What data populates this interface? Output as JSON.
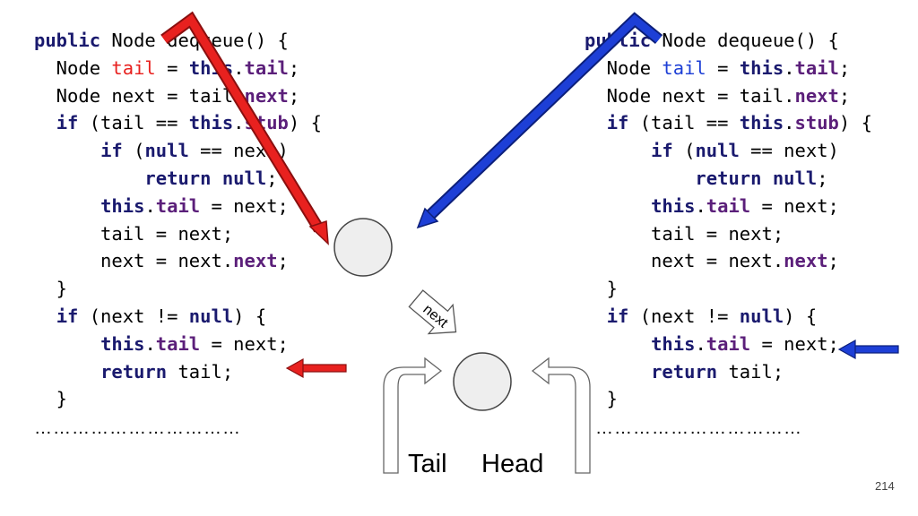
{
  "left_code": [
    [
      {
        "t": "public",
        "c": "kw"
      },
      {
        "t": " Node dequeue() {",
        "c": ""
      }
    ],
    [
      {
        "t": "  Node ",
        "c": ""
      },
      {
        "t": "tail",
        "c": "hl-red"
      },
      {
        "t": " = ",
        "c": ""
      },
      {
        "t": "this",
        "c": "kw"
      },
      {
        "t": ".",
        "c": ""
      },
      {
        "t": "tail",
        "c": "fld"
      },
      {
        "t": ";",
        "c": ""
      }
    ],
    [
      {
        "t": "  Node next = tail.",
        "c": ""
      },
      {
        "t": "next",
        "c": "fld"
      },
      {
        "t": ";",
        "c": ""
      }
    ],
    [
      {
        "t": "  ",
        "c": ""
      },
      {
        "t": "if",
        "c": "kw"
      },
      {
        "t": " (tail == ",
        "c": ""
      },
      {
        "t": "this",
        "c": "kw"
      },
      {
        "t": ".",
        "c": ""
      },
      {
        "t": "stub",
        "c": "fld"
      },
      {
        "t": ") {",
        "c": ""
      }
    ],
    [
      {
        "t": "      ",
        "c": ""
      },
      {
        "t": "if",
        "c": "kw"
      },
      {
        "t": " (",
        "c": ""
      },
      {
        "t": "null",
        "c": "kw"
      },
      {
        "t": " == next)",
        "c": ""
      }
    ],
    [
      {
        "t": "          ",
        "c": ""
      },
      {
        "t": "return null",
        "c": "kw"
      },
      {
        "t": ";",
        "c": ""
      }
    ],
    [
      {
        "t": "      ",
        "c": ""
      },
      {
        "t": "this",
        "c": "kw"
      },
      {
        "t": ".",
        "c": ""
      },
      {
        "t": "tail",
        "c": "fld"
      },
      {
        "t": " = next;",
        "c": ""
      }
    ],
    [
      {
        "t": "      tail = next;",
        "c": ""
      }
    ],
    [
      {
        "t": "      next = next.",
        "c": ""
      },
      {
        "t": "next",
        "c": "fld"
      },
      {
        "t": ";",
        "c": ""
      }
    ],
    [
      {
        "t": "  }",
        "c": ""
      }
    ],
    [
      {
        "t": "  ",
        "c": ""
      },
      {
        "t": "if",
        "c": "kw"
      },
      {
        "t": " (next != ",
        "c": ""
      },
      {
        "t": "null",
        "c": "kw"
      },
      {
        "t": ") {",
        "c": ""
      }
    ],
    [
      {
        "t": "      ",
        "c": ""
      },
      {
        "t": "this",
        "c": "kw"
      },
      {
        "t": ".",
        "c": ""
      },
      {
        "t": "tail",
        "c": "fld"
      },
      {
        "t": " = next;",
        "c": ""
      }
    ],
    [
      {
        "t": "      ",
        "c": ""
      },
      {
        "t": "return",
        "c": "kw"
      },
      {
        "t": " tail;",
        "c": ""
      }
    ],
    [
      {
        "t": "  }",
        "c": ""
      }
    ]
  ],
  "right_code": [
    [
      {
        "t": "public",
        "c": "kw"
      },
      {
        "t": " Node dequeue() {",
        "c": ""
      }
    ],
    [
      {
        "t": "  Node ",
        "c": ""
      },
      {
        "t": "tail",
        "c": "hl-blue"
      },
      {
        "t": " = ",
        "c": ""
      },
      {
        "t": "this",
        "c": "kw"
      },
      {
        "t": ".",
        "c": ""
      },
      {
        "t": "tail",
        "c": "fld"
      },
      {
        "t": ";",
        "c": ""
      }
    ],
    [
      {
        "t": "  Node next = tail.",
        "c": ""
      },
      {
        "t": "next",
        "c": "fld"
      },
      {
        "t": ";",
        "c": ""
      }
    ],
    [
      {
        "t": "  ",
        "c": ""
      },
      {
        "t": "if",
        "c": "kw"
      },
      {
        "t": " (tail == ",
        "c": ""
      },
      {
        "t": "this",
        "c": "kw"
      },
      {
        "t": ".",
        "c": ""
      },
      {
        "t": "stub",
        "c": "fld"
      },
      {
        "t": ") {",
        "c": ""
      }
    ],
    [
      {
        "t": "      ",
        "c": ""
      },
      {
        "t": "if",
        "c": "kw"
      },
      {
        "t": " (",
        "c": ""
      },
      {
        "t": "null",
        "c": "kw"
      },
      {
        "t": " == next)",
        "c": ""
      }
    ],
    [
      {
        "t": "          ",
        "c": ""
      },
      {
        "t": "return null",
        "c": "kw"
      },
      {
        "t": ";",
        "c": ""
      }
    ],
    [
      {
        "t": "      ",
        "c": ""
      },
      {
        "t": "this",
        "c": "kw"
      },
      {
        "t": ".",
        "c": ""
      },
      {
        "t": "tail",
        "c": "fld"
      },
      {
        "t": " = next;",
        "c": ""
      }
    ],
    [
      {
        "t": "      tail = next;",
        "c": ""
      }
    ],
    [
      {
        "t": "      next = next.",
        "c": ""
      },
      {
        "t": "next",
        "c": "fld"
      },
      {
        "t": ";",
        "c": ""
      }
    ],
    [
      {
        "t": "  }",
        "c": ""
      }
    ],
    [
      {
        "t": "  ",
        "c": ""
      },
      {
        "t": "if",
        "c": "kw"
      },
      {
        "t": " (next != ",
        "c": ""
      },
      {
        "t": "null",
        "c": "kw"
      },
      {
        "t": ") {",
        "c": ""
      }
    ],
    [
      {
        "t": "      ",
        "c": ""
      },
      {
        "t": "this",
        "c": "kw"
      },
      {
        "t": ".",
        "c": ""
      },
      {
        "t": "tail",
        "c": "fld"
      },
      {
        "t": " = next;",
        "c": ""
      }
    ],
    [
      {
        "t": "      ",
        "c": ""
      },
      {
        "t": "return",
        "c": "kw"
      },
      {
        "t": " tail;",
        "c": ""
      }
    ],
    [
      {
        "t": "  }",
        "c": ""
      }
    ]
  ],
  "left_ellipsis": "……………………………",
  "right_ellipsis": "……………………………",
  "diagram": {
    "next_arrow_label": "next",
    "tail_label": "Tail",
    "head_label": "Head"
  },
  "page_number": "214",
  "colors": {
    "red_thread": "#e8211f",
    "blue_thread": "#1d3fd6",
    "node_fill": "#eeeeee",
    "keyword": "#1a1a6e",
    "field": "#5b1f7a"
  }
}
